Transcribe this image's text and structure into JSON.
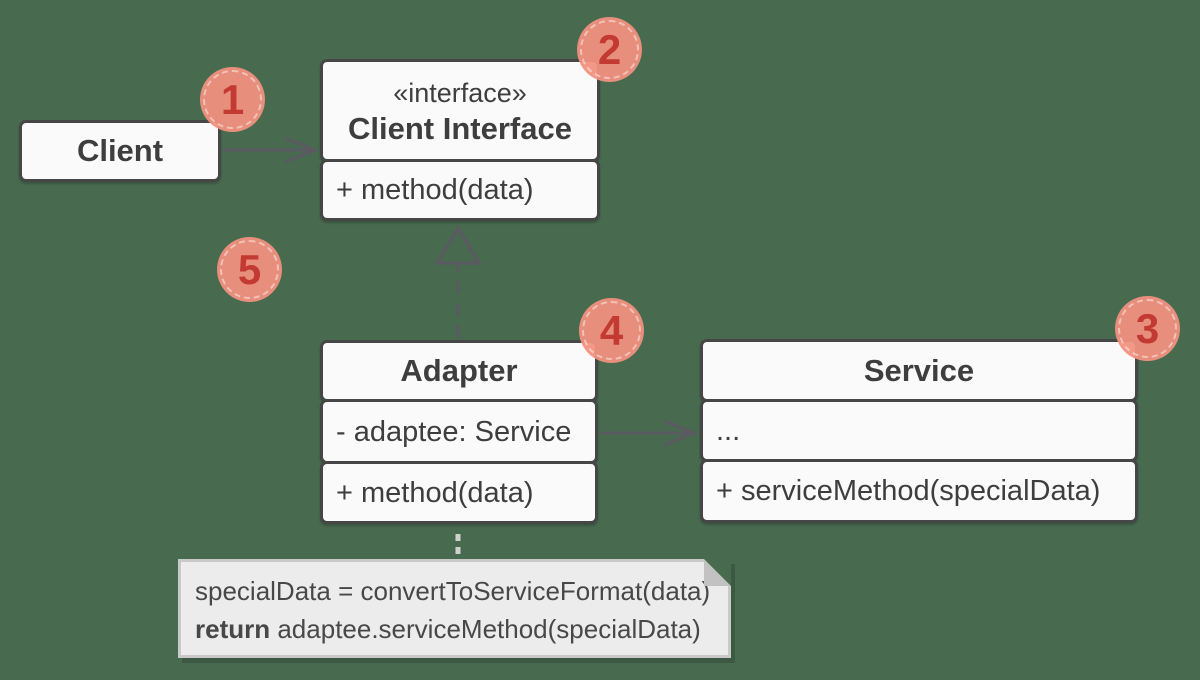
{
  "colors": {
    "background": "#486B50",
    "box_fill": "#FAFAFA",
    "box_border": "#464646",
    "text": "#3E3E3E",
    "connector": "#595B60",
    "badge_fill": "#F2907E",
    "badge_number": "#C23A31",
    "note_fill": "#ECECEC",
    "note_border": "#C9C9C9"
  },
  "classes": {
    "client": {
      "title": "Client"
    },
    "client_interface": {
      "stereotype": "«interface»",
      "title": "Client Interface",
      "method": "+ method(data)"
    },
    "adapter": {
      "title": "Adapter",
      "attribute": "- adaptee: Service",
      "method": "+ method(data)"
    },
    "service": {
      "title": "Service",
      "ellipsis": "...",
      "method": "+ serviceMethod(specialData)"
    }
  },
  "note": {
    "line1": "specialData = convertToServiceFormat(data)",
    "line2_keyword": "return",
    "line2_rest": " adaptee.serviceMethod(specialData)"
  },
  "badges": {
    "b1": "1",
    "b2": "2",
    "b3": "3",
    "b4": "4",
    "b5": "5"
  }
}
